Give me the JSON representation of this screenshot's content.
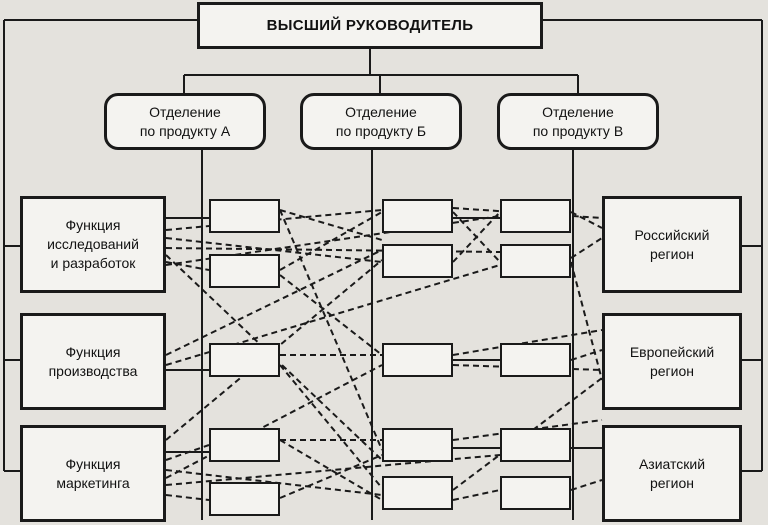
{
  "top_manager": "ВЫСШИЙ РУКОВОДИТЕЛЬ",
  "divisions": [
    {
      "line1": "Отделение",
      "line2": "по продукту А"
    },
    {
      "line1": "Отделение",
      "line2": "по продукту Б"
    },
    {
      "line1": "Отделение",
      "line2": "по продукту В"
    }
  ],
  "functions": [
    {
      "lines": [
        "Функция",
        "исследований",
        "и разработок"
      ]
    },
    {
      "lines": [
        "Функция",
        "производства"
      ]
    },
    {
      "lines": [
        "Функция",
        "маркетинга"
      ]
    }
  ],
  "regions": [
    {
      "lines": [
        "Российский",
        "регион"
      ]
    },
    {
      "lines": [
        "Европейский",
        "регион"
      ]
    },
    {
      "lines": [
        "Азиатский",
        "регион"
      ]
    }
  ],
  "colors": {
    "line": "#1a1a1a",
    "box_fill": "#f4f3f0",
    "background": "#e4e2dd"
  }
}
